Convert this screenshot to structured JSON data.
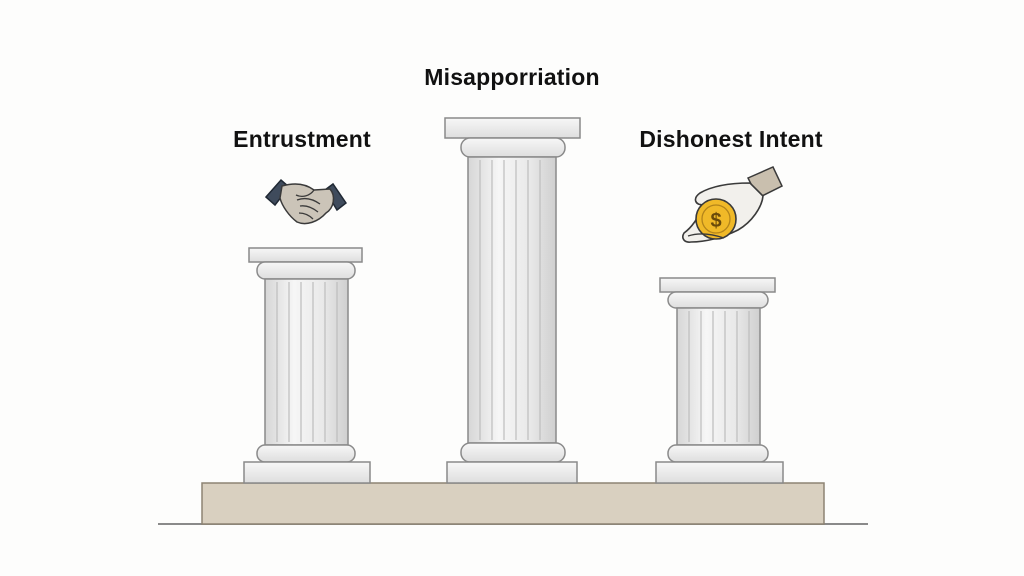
{
  "diagram": {
    "pillars": [
      {
        "id": "left",
        "label": "Entrustment",
        "icon": "handshake-icon"
      },
      {
        "id": "center",
        "label": "Misapporriation",
        "icon": ""
      },
      {
        "id": "right",
        "label": "Dishonest Intent",
        "icon": "hand-with-coin-icon"
      }
    ],
    "coin_symbol": "$",
    "colors": {
      "column": "#eeeeee",
      "column_outline": "#8a8a8a",
      "base": "#d9d0c0",
      "ground_line": "#8a8a8a",
      "coin": "#f0b928",
      "handshake_sleeve": "#3f4b5c"
    }
  }
}
